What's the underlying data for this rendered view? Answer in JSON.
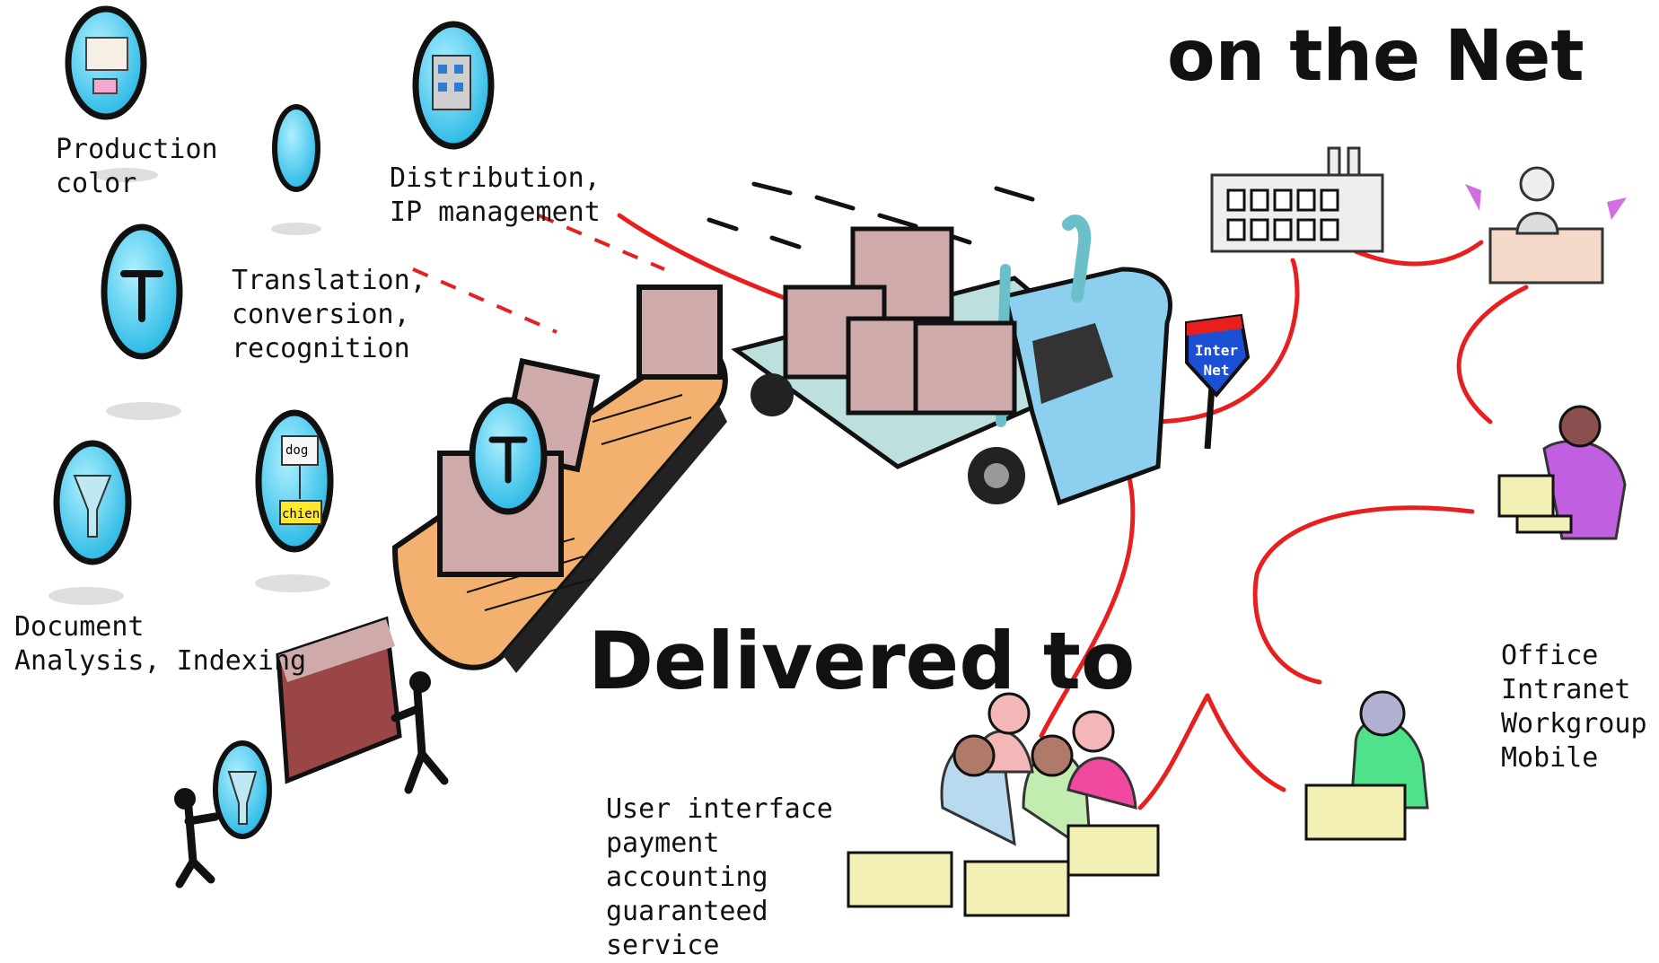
{
  "title_top": "on the Net",
  "title_bottom": "Delivered to",
  "labels": {
    "production": [
      "Production",
      "color"
    ],
    "distribution": [
      "Distribution,",
      "IP management"
    ],
    "translation": [
      "Translation,",
      "conversion,",
      "recognition"
    ],
    "document": [
      "Document",
      "Analysis, Indexing"
    ],
    "user": [
      "User interface",
      "payment",
      "accounting",
      "guaranteed",
      "service"
    ],
    "office": [
      "Office",
      "Intranet",
      "Workgroup",
      "Mobile"
    ]
  },
  "sign": [
    "Inter",
    "Net"
  ],
  "translate_card": [
    "dog",
    "chien"
  ],
  "colors": {
    "bubble": "#39c6ee",
    "box": "#cfaaaa",
    "box_dark": "#9a4646",
    "truck": "#8ccfee",
    "bed": "#bde0df",
    "conveyor": "#f4b06e",
    "line": "#e81f1f",
    "screen": "#f2f0b4",
    "person_colors": [
      "#f3b7b7",
      "#b9d9ef",
      "#c3ecb0",
      "#f249a0",
      "#4fe28a",
      "#c060e0"
    ]
  }
}
